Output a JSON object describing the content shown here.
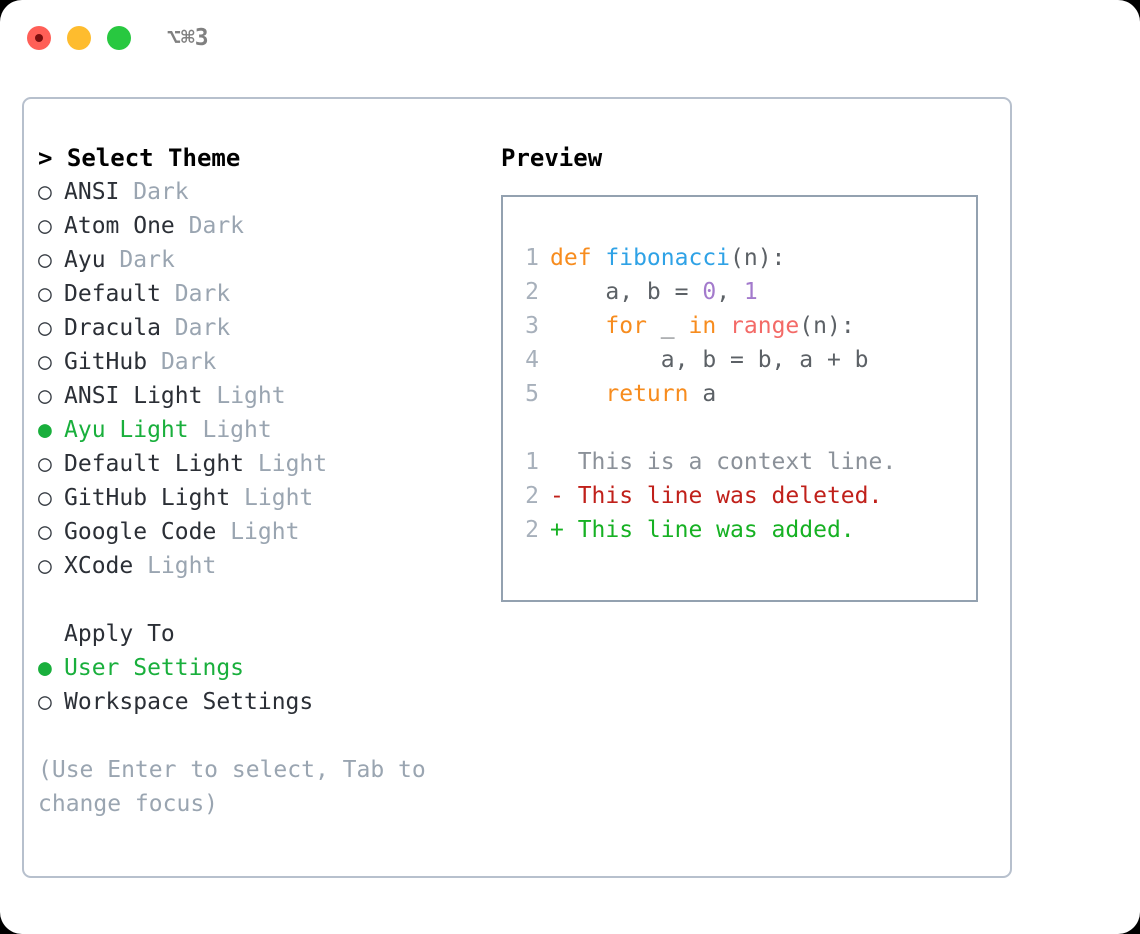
{
  "window": {
    "shortcut_label": "⌥⌘3",
    "traffic_lights": [
      "close-button",
      "minimize-button",
      "maximize-button"
    ]
  },
  "theme_panel": {
    "title": "> Select Theme",
    "themes": [
      {
        "marker": "○",
        "name": "ANSI",
        "variant": "Dark",
        "selected": false
      },
      {
        "marker": "○",
        "name": "Atom One",
        "variant": "Dark",
        "selected": false
      },
      {
        "marker": "○",
        "name": "Ayu",
        "variant": "Dark",
        "selected": false
      },
      {
        "marker": "○",
        "name": "Default",
        "variant": "Dark",
        "selected": false
      },
      {
        "marker": "○",
        "name": "Dracula",
        "variant": "Dark",
        "selected": false
      },
      {
        "marker": "○",
        "name": "GitHub",
        "variant": "Dark",
        "selected": false
      },
      {
        "marker": "○",
        "name": "ANSI Light",
        "variant": "Light",
        "selected": false
      },
      {
        "marker": "●",
        "name": "Ayu Light",
        "variant": "Light",
        "selected": true
      },
      {
        "marker": "○",
        "name": "Default Light",
        "variant": "Light",
        "selected": false
      },
      {
        "marker": "○",
        "name": "GitHub Light",
        "variant": "Light",
        "selected": false
      },
      {
        "marker": "○",
        "name": "Google Code",
        "variant": "Light",
        "selected": false
      },
      {
        "marker": "○",
        "name": "XCode",
        "variant": "Light",
        "selected": false
      }
    ],
    "apply_to": {
      "header": "Apply To",
      "options": [
        {
          "marker": "●",
          "name": "User Settings",
          "selected": true
        },
        {
          "marker": "○",
          "name": "Workspace Settings",
          "selected": false
        }
      ]
    },
    "hint": "(Use Enter to select, Tab to change focus)"
  },
  "preview": {
    "title": "Preview",
    "code_lines": [
      {
        "num": "1",
        "tokens": [
          {
            "text": "def ",
            "type": "kw"
          },
          {
            "text": "fibonacci",
            "type": "fn"
          },
          {
            "text": "(n):",
            "type": "id"
          }
        ]
      },
      {
        "num": "2",
        "tokens": [
          {
            "text": "    a, b = ",
            "type": "id"
          },
          {
            "text": "0",
            "type": "num"
          },
          {
            "text": ", ",
            "type": "id"
          },
          {
            "text": "1",
            "type": "num"
          }
        ]
      },
      {
        "num": "3",
        "tokens": [
          {
            "text": "    ",
            "type": "id"
          },
          {
            "text": "for",
            "type": "kw"
          },
          {
            "text": " _ ",
            "type": "id"
          },
          {
            "text": "in",
            "type": "kw"
          },
          {
            "text": " ",
            "type": "id"
          },
          {
            "text": "range",
            "type": "bi"
          },
          {
            "text": "(n):",
            "type": "id"
          }
        ]
      },
      {
        "num": "4",
        "tokens": [
          {
            "text": "        a, b = b, a + b",
            "type": "id"
          }
        ]
      },
      {
        "num": "5",
        "tokens": [
          {
            "text": "    ",
            "type": "id"
          },
          {
            "text": "return",
            "type": "kw"
          },
          {
            "text": " a",
            "type": "id"
          }
        ]
      }
    ],
    "diff_lines": [
      {
        "num": "1",
        "text": "  This is a context line.",
        "kind": "ctx"
      },
      {
        "num": "2",
        "text": "- This line was deleted.",
        "kind": "del"
      },
      {
        "num": "2",
        "text": "+ This line was added.",
        "kind": "add"
      }
    ]
  },
  "colors": {
    "selected_green": "#19af3c",
    "muted_gray": "#9aa5b1",
    "keyword_orange": "#f78c1e",
    "function_blue": "#2fa2e6",
    "number_purple": "#a37acc",
    "builtin_red": "#f36a67",
    "diff_delete": "#c0201a",
    "diff_add": "#16b123",
    "panel_border": "#b7c0cd",
    "preview_border": "#93a1b0"
  }
}
